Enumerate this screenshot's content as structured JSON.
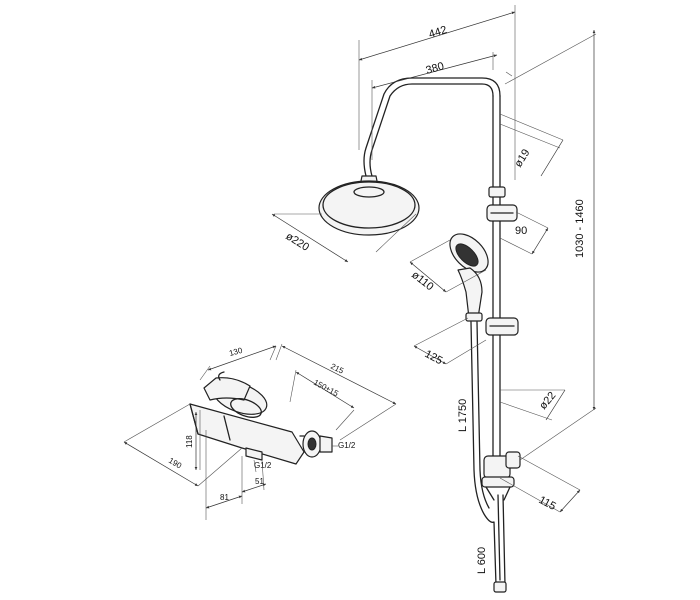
{
  "dimensions": {
    "width_442": "442",
    "width_380": "380",
    "diameter_19": "ø19",
    "head_220": "ø220",
    "holder_90": "90",
    "height_1030_1460": "1030 - 1460",
    "hand_110": "ø110",
    "offset_125": "125",
    "hose_1750": "L 1750",
    "diameter_22": "ø22",
    "bracket_115": "115",
    "length_600": "L 600",
    "mixer_130": "130",
    "mixer_215": "215",
    "mixer_150": "150±15",
    "mixer_190": "190",
    "mixer_118": "118",
    "mixer_81": "81",
    "mixer_51": "51",
    "thread_g12_left": "G1/2",
    "thread_g12_right": "G1/2"
  }
}
